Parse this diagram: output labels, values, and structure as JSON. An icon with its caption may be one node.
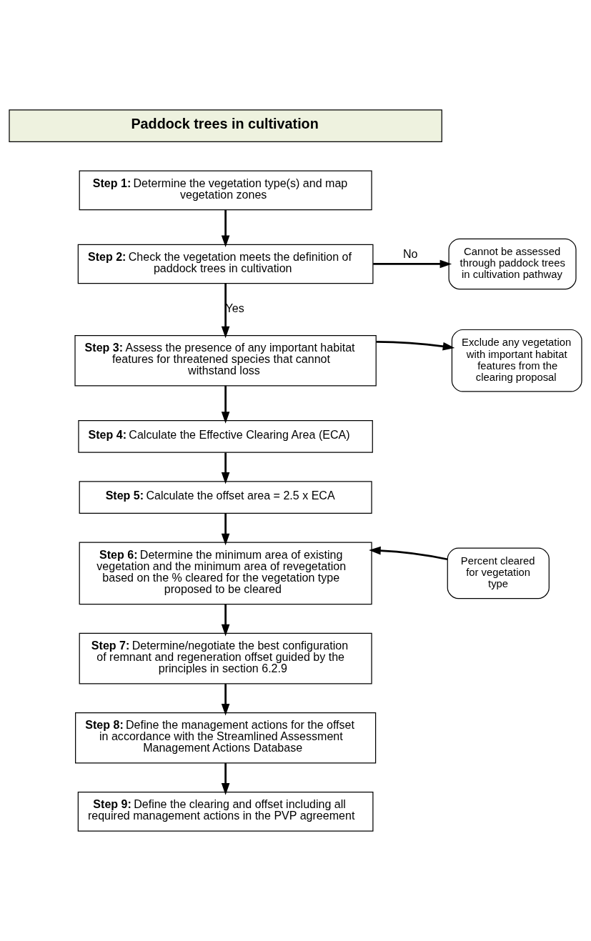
{
  "diagram": {
    "nodes": [
      {
        "text": [
          "Paddock trees in cultivation"
        ]
      },
      {
        "text": [
          "**Step 1:** Determine the vegetation type(s) and map vegetation zones"
        ]
      },
      {
        "text": [
          "**Step 2:** Check the vegetation meets the definition of paddock trees in cultivation"
        ]
      },
      {
        "text": [
          "**Step 3:** Assess the presence of any important habitat features for threatened species that cannot withstand loss"
        ]
      },
      {
        "text": [
          "**Step 4:** Calculate the Effective Clearing Area (ECA)"
        ]
      },
      {
        "text": [
          "**Step 5:** Calculate the offset area = 2.5 x ECA"
        ]
      },
      {
        "text": [
          "**Step 6:** Determine the minimum area of existing vegetation and the minimum area of revegetation based on the % cleared for the vegetation type proposed to be cleared"
        ]
      },
      {
        "text": [
          "**Step 7:** Determine/negotiate the best configuration of remnant and regeneration offset guided by the principles in section 6.2.9"
        ]
      },
      {
        "text": [
          "**Step 8:** Define the management actions for the offset in accordance with the Streamlined Assessment Management Actions Database"
        ]
      },
      {
        "text": [
          "**Step 9:** Define the clearing and offset including all required management actions in the PVP agreement"
        ]
      },
      {
        "text": [
          "Cannot be assessed through paddock trees in cultivation pathway"
        ]
      },
      {
        "text": [
          "Exclude any vegetation with important habitat features from the clearing proposal"
        ]
      },
      {
        "text": [
          "Percent cleared for vegetation type"
        ]
      }
    ],
    "edges": [
      {
        "from": 1,
        "to": 2,
        "arrow": "to"
      },
      {
        "from": 2,
        "to": 10,
        "arrow": "to",
        "label": "No"
      },
      {
        "from": 2,
        "to": 3,
        "arrow": "to",
        "label": "Yes"
      },
      {
        "from": 3,
        "to": 11,
        "arrow": "to"
      },
      {
        "from": 3,
        "to": 4,
        "arrow": "to"
      },
      {
        "from": 4,
        "to": 5,
        "arrow": "to"
      },
      {
        "from": 5,
        "to": 6,
        "arrow": "to"
      },
      {
        "from": 12,
        "to": 6,
        "arrow": "to"
      },
      {
        "from": 6,
        "to": 7,
        "arrow": "to"
      },
      {
        "from": 7,
        "to": 8,
        "arrow": "to"
      },
      {
        "from": 8,
        "to": 9,
        "arrow": "to"
      }
    ]
  }
}
